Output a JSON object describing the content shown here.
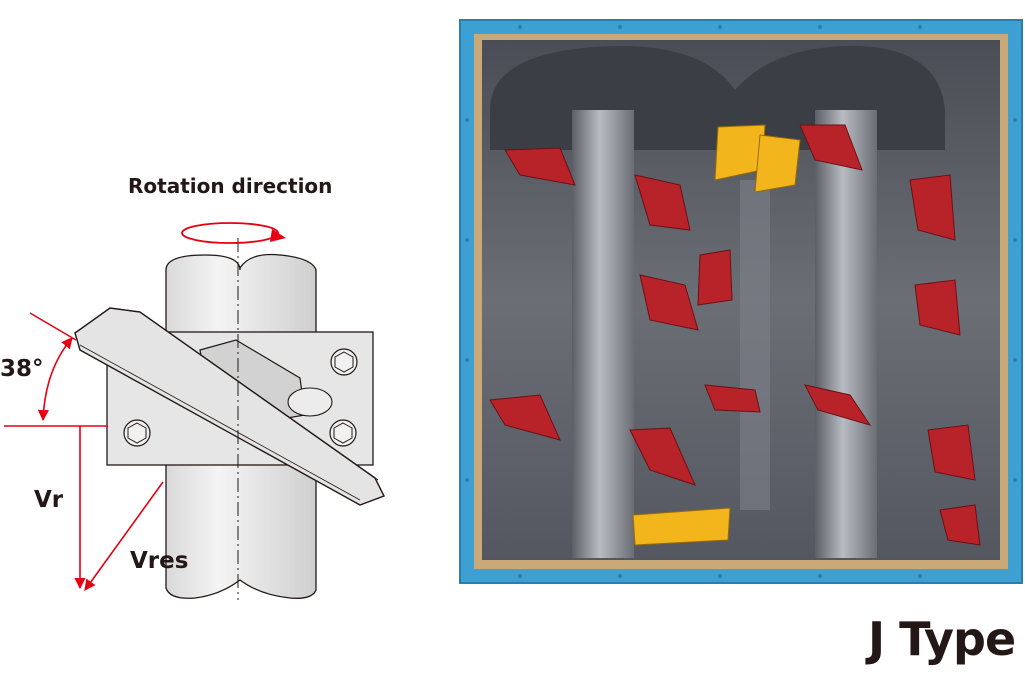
{
  "diagram": {
    "rotation_label": "Rotation direction",
    "angle_label": "38°",
    "vr_label": "Vr",
    "vres_label": "Vres",
    "arrow_color": "#e60012",
    "line_color": "#231815"
  },
  "type_label": "J Type",
  "photo": {
    "frame_color": "#3ea0d2",
    "blade_color": "#b8232a",
    "yellow_block_color": "#f2b51c"
  }
}
